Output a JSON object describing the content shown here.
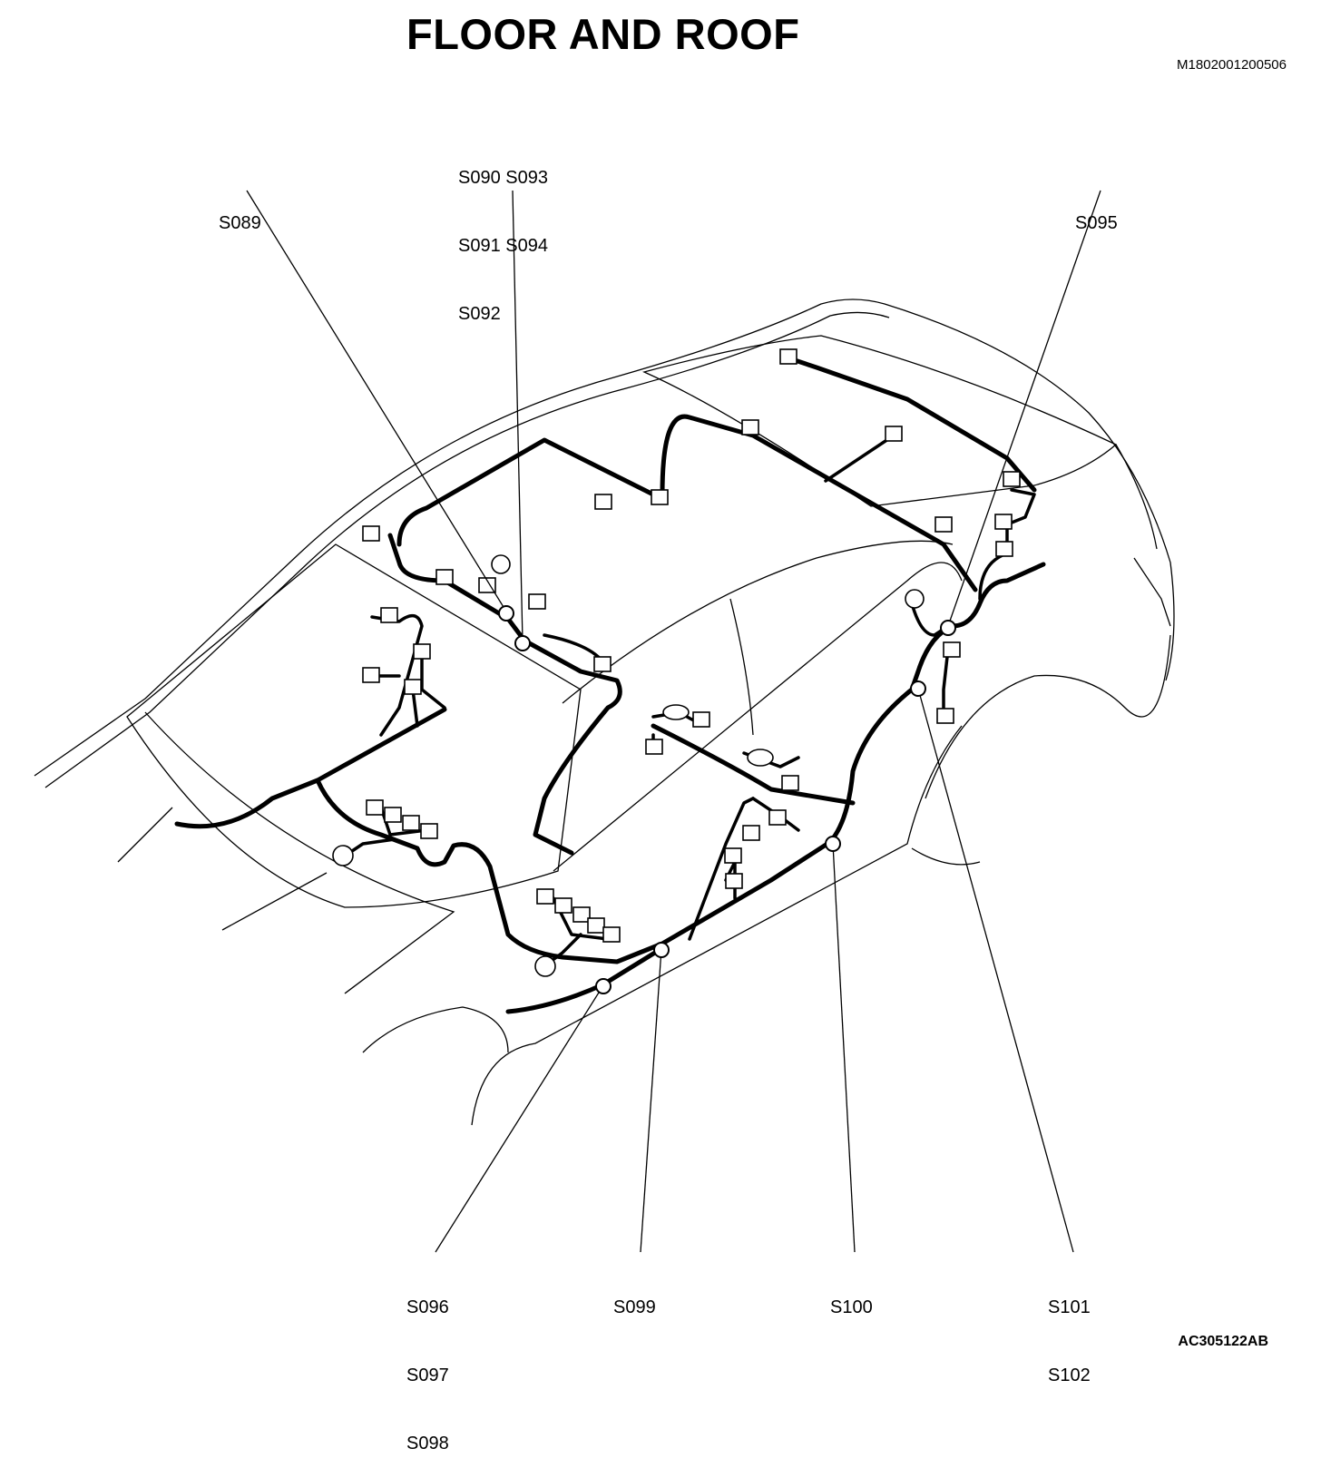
{
  "title": "FLOOR AND ROOF",
  "document_id": "M1802001200506",
  "figure_id": "AC305122AB",
  "splice_labels": {
    "s089": [
      "S089"
    ],
    "s090_group": [
      "S090 S093",
      "S091 S094",
      "S092"
    ],
    "s095": [
      "S095"
    ],
    "s096_group": [
      "S096",
      "S097",
      "S098"
    ],
    "s099": [
      "S099"
    ],
    "s100": [
      "S100"
    ],
    "s101_group": [
      "S101",
      "S102"
    ]
  }
}
